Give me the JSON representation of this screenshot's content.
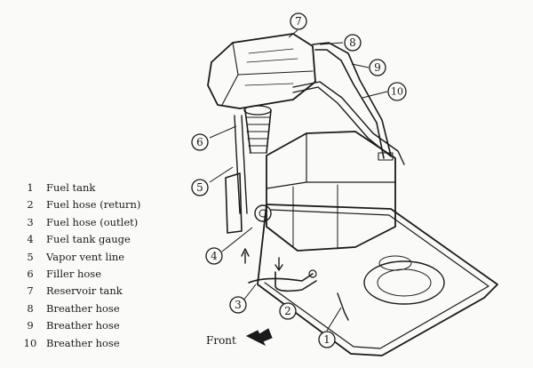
{
  "legend": [
    {
      "num": "1",
      "text": "Fuel tank"
    },
    {
      "num": "2",
      "text": "Fuel hose (return)"
    },
    {
      "num": "3",
      "text": "Fuel hose (outlet)"
    },
    {
      "num": "4",
      "text": "Fuel tank gauge"
    },
    {
      "num": "5",
      "text": "Vapor vent line"
    },
    {
      "num": "6",
      "text": "Filler hose"
    },
    {
      "num": "7",
      "text": "Reservoir tank"
    },
    {
      "num": "8",
      "text": "Breather hose"
    },
    {
      "num": "9",
      "text": "Breather hose"
    },
    {
      "num": "10",
      "text": "Breather hose"
    }
  ],
  "callouts": [
    "7",
    "8",
    "9",
    "10",
    "6",
    "5",
    "4",
    "3",
    "2",
    "1"
  ],
  "front_label": "Front"
}
